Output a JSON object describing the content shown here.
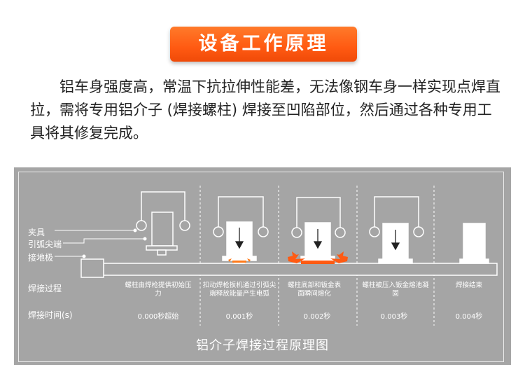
{
  "header": {
    "title": "设备工作原理"
  },
  "intro": {
    "text": "铝车身强度高，常温下抗拉伸性能差，无法像钢车身一样实现点焊直拉，需将专用铝介子 (焊接螺柱) 焊接至凹陷部位，然后通过各种专用工具将其修复完成。"
  },
  "diagram": {
    "labels": {
      "clamp": "夹具",
      "arc_tip": "引弧尖端",
      "ground": "接地极",
      "process_row": "焊接过程",
      "time_row": "焊接时间(s)"
    },
    "steps": [
      {
        "process": "螺柱由焊枪提供初始压力",
        "time": "0.000秒超始"
      },
      {
        "process": "扣动焊枪扳机通过引弧尖端释放能量产生电弧",
        "time": "0.001秒"
      },
      {
        "process": "螺柱底部和钣金表面瞬间熔化",
        "time": "0.002秒"
      },
      {
        "process": "螺柱被压入钣金熔池凝固",
        "time": "0.003秒"
      },
      {
        "process": "焊接结束",
        "time": "0.004秒"
      }
    ],
    "caption": "铝介子焊接过程原理图",
    "colors": {
      "panel": "#a5a5a5",
      "accent": "#ff5a12",
      "spark": "#ff7a1a"
    }
  }
}
